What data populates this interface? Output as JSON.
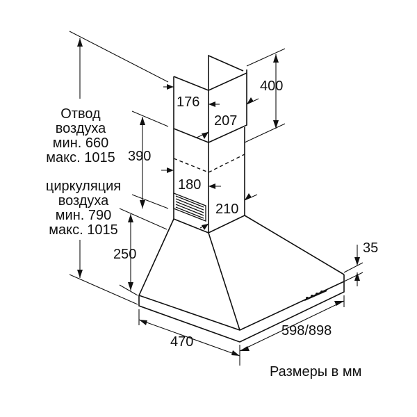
{
  "dimensions": {
    "chimney_depth": "176",
    "chimney_width": "207",
    "chimney_height_top": "400",
    "chimney_height_lower": "390",
    "inner_depth": "180",
    "inner_width": "210",
    "canopy_height": "250",
    "edge_height": "35",
    "hood_depth": "470",
    "hood_width": "598/898"
  },
  "notes": {
    "air_out_lines": [
      "Отвод",
      "воздуха",
      "мин. 660",
      "макс. 1015"
    ],
    "circulation_lines": [
      "циркуляция",
      "воздуха",
      "мин. 790",
      "макс. 1015"
    ],
    "units_caption": "Размеры в мм"
  },
  "icons": {
    "vent_grille": "vent-grille-icon",
    "control_panel": "control-panel-icon"
  }
}
